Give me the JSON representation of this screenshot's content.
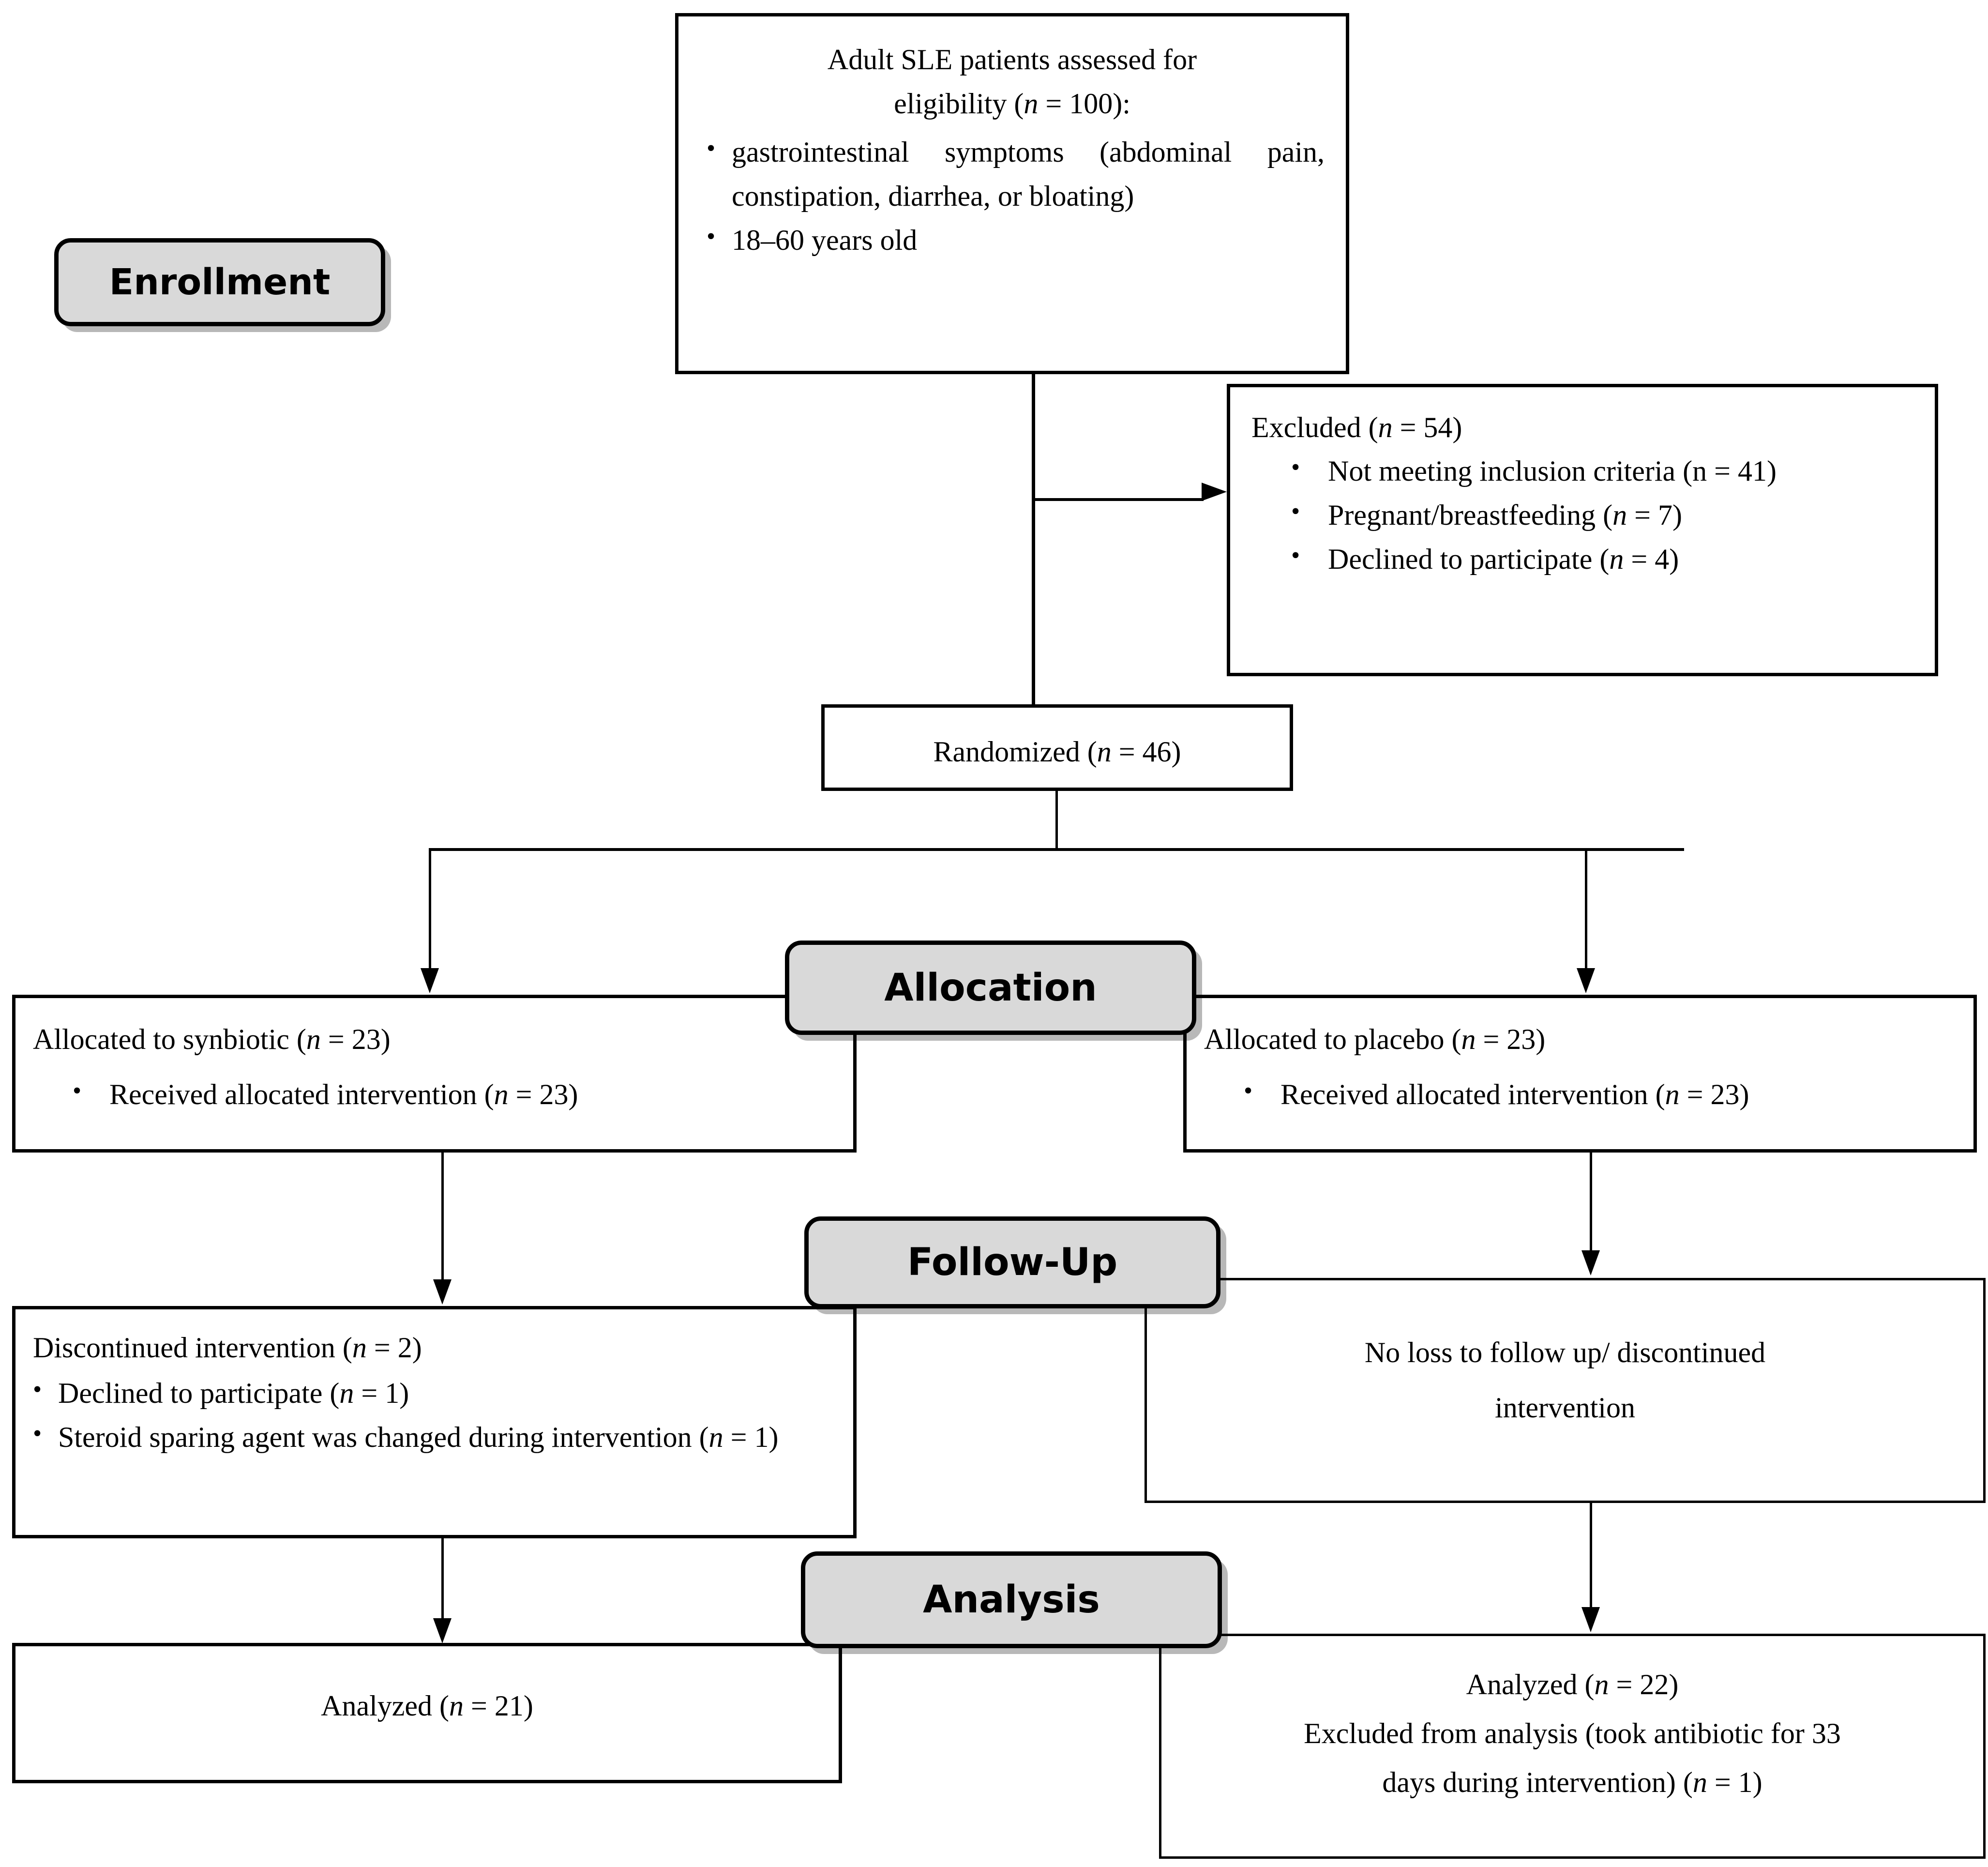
{
  "diagram": {
    "title": "CONSORT participant flow diagram",
    "stage_labels": {
      "enrollment": "Enrollment",
      "allocation": "Allocation",
      "follow_up": "Follow-Up",
      "analysis": "Analysis"
    },
    "colors": {
      "pill_fill": "#d9d9d9",
      "line": "#000000",
      "box_fill": "#ffffff",
      "text": "#000000"
    },
    "eligibility": {
      "heading_line1": "Adult SLE patients assessed for",
      "heading_line2_pre": "eligibility (",
      "heading_line2_n": "n",
      "heading_line2_post": " = 100):",
      "bullets": [
        "gastrointestinal symptoms (abdominal pain, constipation, diarrhea, or bloating)",
        "18–60 years old"
      ]
    },
    "excluded": {
      "heading_pre": "Excluded (",
      "heading_n": "n",
      "heading_post": " = 54)",
      "bullets": [
        {
          "text_pre": "Not meeting inclusion criteria (n = 41)",
          "italic_n": false
        },
        {
          "text_pre": "Pregnant/breastfeeding (",
          "n": "n",
          "text_post": " = 7)",
          "italic_n": true
        },
        {
          "text_pre": "Declined to participate (",
          "n": "n",
          "text_post": " = 4)",
          "italic_n": true
        }
      ]
    },
    "randomized": {
      "pre": "Randomized (",
      "n": "n",
      "post": " = 46)"
    },
    "allocation_left": {
      "heading_pre": "Allocated to synbiotic (",
      "heading_n": "n",
      "heading_post": " = 23)",
      "bullet_pre": "Received allocated intervention (",
      "bullet_n": "n",
      "bullet_post": " = 23)"
    },
    "allocation_right": {
      "heading_pre": "Allocated to placebo (",
      "heading_n": "n",
      "heading_post": " = 23)",
      "bullet_pre": "Received allocated intervention (",
      "bullet_n": "n",
      "bullet_post": " = 23)"
    },
    "followup_left": {
      "heading_pre": "Discontinued intervention (",
      "heading_n": "n",
      "heading_post": " = 2)",
      "bullet1_pre": "Declined to participate (",
      "bullet1_n": "n",
      "bullet1_post": " = 1)",
      "bullet2_pre": "Steroid sparing agent was changed during intervention (",
      "bullet2_n": "n",
      "bullet2_post": " = 1)"
    },
    "followup_right": {
      "line1": "No loss to follow up/ discontinued",
      "line2": "intervention"
    },
    "analysis_left": {
      "pre": "Analyzed (",
      "n": "n",
      "post": " = 21)"
    },
    "analysis_right": {
      "line1_pre": "Analyzed (",
      "line1_n": "n",
      "line1_post": " = 22)",
      "line2": "Excluded from analysis (took antibiotic for 33",
      "line3_pre": "days during intervention) (",
      "line3_n": "n",
      "line3_post": " = 1)"
    }
  }
}
